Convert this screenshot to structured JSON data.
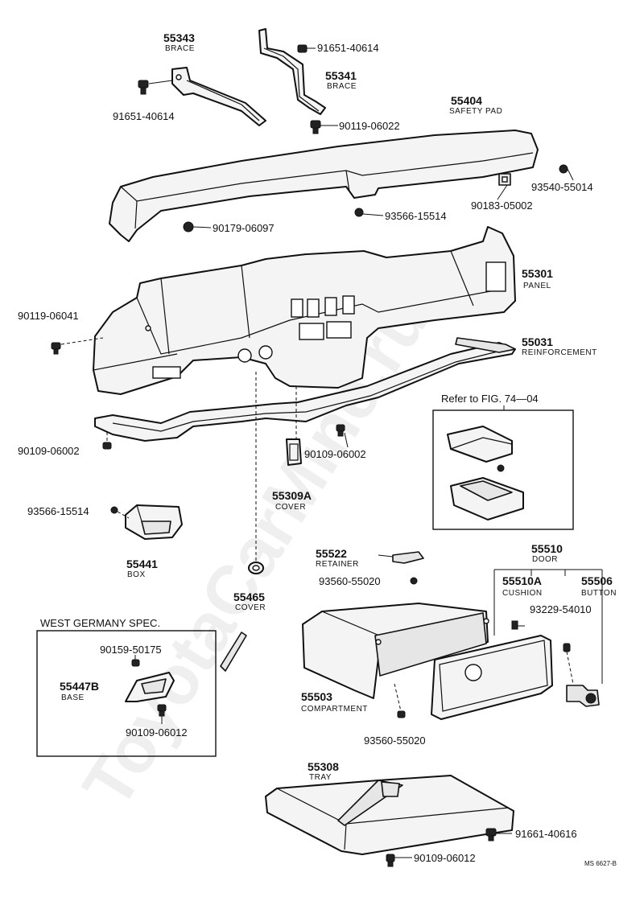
{
  "labels": {
    "p55343": {
      "number": "55343",
      "name": "BRACE"
    },
    "p55341": {
      "number": "55341",
      "name": "BRACE"
    },
    "p55404": {
      "number": "55404",
      "name": "SAFETY PAD"
    },
    "p55301": {
      "number": "55301",
      "name": "PANEL"
    },
    "p55031": {
      "number": "55031",
      "name": "REINFORCEMENT"
    },
    "p55309a": {
      "number": "55309A",
      "name": "COVER"
    },
    "p55441": {
      "number": "55441",
      "name": "BOX"
    },
    "p55465": {
      "number": "55465",
      "name": "COVER"
    },
    "p55522": {
      "number": "55522",
      "name": "RETAINER"
    },
    "p55510": {
      "number": "55510",
      "name": "DOOR"
    },
    "p55510a": {
      "number": "55510A",
      "name": "CUSHION"
    },
    "p55506": {
      "number": "55506",
      "name": "BUTTON"
    },
    "p55503": {
      "number": "55503",
      "name": "COMPARTMENT"
    },
    "p55308": {
      "number": "55308",
      "name": "TRAY"
    },
    "p55447b": {
      "number": "55447B",
      "name": "BASE"
    }
  },
  "fasteners": {
    "f1": "91651-40614",
    "f2": "91651-40614",
    "f3": "90119-06022",
    "f4": "93540-55014",
    "f5": "90183-05002",
    "f6": "93566-15514",
    "f7": "90179-06097",
    "f8": "90119-06041",
    "f9": "90109-06002",
    "f10": "90109-06002",
    "f11": "93566-15514",
    "f12": "93560-55020",
    "f13": "93229-54010",
    "f14": "93560-55020",
    "f15": "91661-40616",
    "f16": "90109-06012",
    "f17": "90159-50175",
    "f18": "90109-06012"
  },
  "refer_note": "Refer to FIG. 74—04",
  "west_germany_title": "WEST GERMANY SPEC.",
  "footer_code": "MS 6627-B",
  "watermark": "ToyotaCarMine.ru"
}
